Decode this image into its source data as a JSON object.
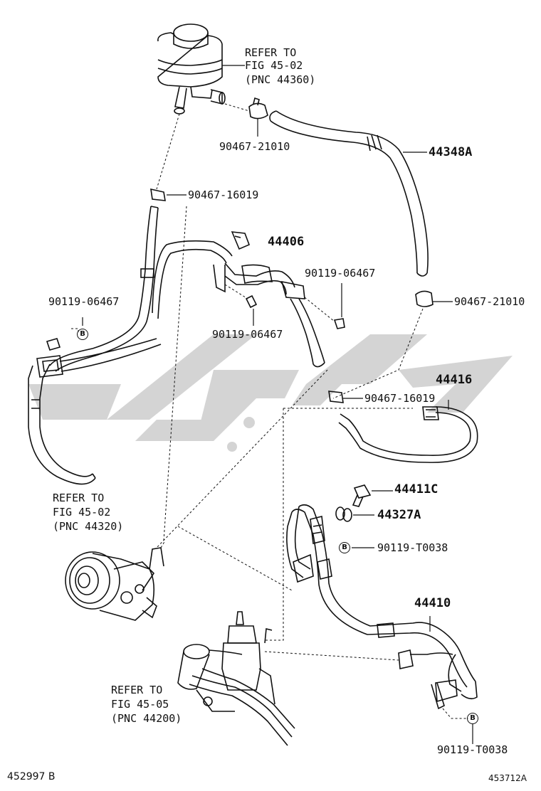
{
  "diagram": {
    "labels": {
      "refer_reservoir": [
        "REFER TO",
        "FIG 45-02",
        "(PNC 44360)"
      ],
      "refer_pump": [
        "REFER TO",
        "FIG 45-02",
        "(PNC 44320)"
      ],
      "refer_gear": [
        "REFER TO",
        "FIG 45-05",
        "(PNC 44200)"
      ],
      "clamp_top": "90467-21010",
      "hose_return": "44348A",
      "clamp_16019_top": "90467-16019",
      "tube_44406": "44406",
      "bolt_a": "90119-06467",
      "bolt_b": "90119-06467",
      "bolt_c": "90119-06467",
      "clamp_right": "90467-21010",
      "tube_44416": "44416",
      "clamp_16019_mid": "90467-16019",
      "union_bolt": "44411C",
      "gasket": "44327A",
      "bolt_t0038_a": "90119-T0038",
      "pressure_tube": "44410",
      "bolt_t0038_b": "90119-T0038",
      "b_marker": "B"
    },
    "footer": {
      "left": "452997 B",
      "right": "453712A"
    }
  }
}
